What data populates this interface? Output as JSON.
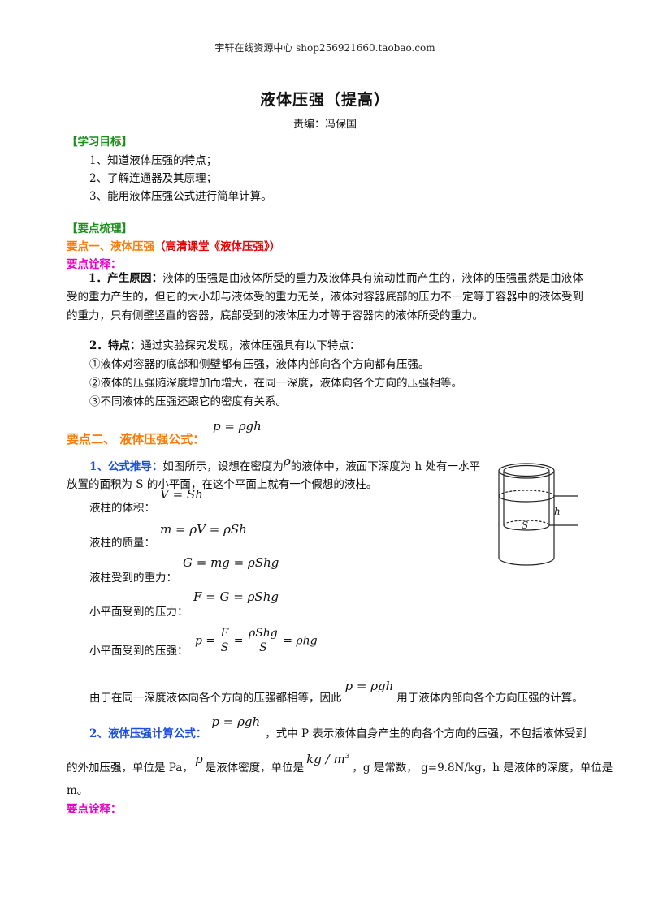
{
  "header": {
    "text": "宇轩在线资源中心   shop256921660.taobao.com"
  },
  "title": "液体压强（提高）",
  "editor": "责编：冯保国",
  "goals": {
    "heading": "【学习目标】",
    "items": [
      "1、知道液体压强的特点；",
      "2、了解连通器及其原理；",
      "3、能用液体压强公式进行简单计算。"
    ]
  },
  "points": {
    "heading": "【要点梳理】",
    "p1": {
      "title": "要点一、液体压强",
      "sub": "（高清课堂《液体压强》）"
    },
    "explain1": "要点诠释：",
    "cause": {
      "label": "1．产生原因：",
      "text": "液体的压强是由液体所受的重力及液体具有流动性而产生的，液体的压强虽然是由液体受的重力产生的，但它的大小却与液体受的重力无关，液体对容器底部的压力不一定等于容器中的液体受到的重力，只有侧壁竖直的容器，底部受到的液体压力才等于容器内的液体所受的重力。"
    },
    "features": {
      "label": "2．特点：",
      "intro": "通过实验探究发现，液体压强具有以下特点：",
      "items": [
        "①液体对容器的底部和侧壁都有压强，液体内部向各个方向都有压强。",
        "②液体的压强随深度增加而增大，在同一深度，液体向各个方向的压强相等。",
        "③不同液体的压强还跟它的密度有关系。"
      ]
    },
    "p2": {
      "title": "要点二、  液体压强公式：",
      "formula": "p = ρgh"
    },
    "derive": {
      "label": "1、公式推导：",
      "line1a": "如图所示，设想在密度为",
      "rho": "ρ",
      "line1b": "的液体中，液面下深度为 h 处有一水平",
      "line2": "放置的面积为 S 的小平面，在这个平面上就有一个假想的液柱。",
      "vol_label": "液柱的体积：",
      "vol_formula": "V = Sh",
      "mass_label": "液柱的质量：",
      "mass_formula": "m = ρV = ρSh",
      "grav_label": "液柱受到的重力：",
      "grav_formula": "G = mg = ρShg",
      "force_label": "小平面受到的压力：",
      "force_formula": "F = G = ρShg",
      "press_label": "小平面受到的压强：",
      "press_p": "p =",
      "press_num1": "F",
      "press_den1": "S",
      "press_eq": "=",
      "press_num2": "ρShg",
      "press_den2": "S",
      "press_tail": "= ρhg",
      "concl_a": "由于在同一深度液体向各个方向的压强都相等，因此",
      "concl_formula": "p = ρgh",
      "concl_b": "用于液体内部向各个方向压强的计算。"
    },
    "calc": {
      "label": "2、液体压强计算公式：",
      "formula": "p = ρgh",
      "text_a": "，式中 P 表示液体自身产生的向各个方向的压强，不包括液体受到",
      "line2a": "的外加压强，单位是 Pa，",
      "rho": "ρ",
      "line2b": "是液体密度，单位是",
      "unit": "kg / m",
      "unit_exp": "3",
      "line2c": "，g 是常数，  g=9.8N/kg，h 是液体的深度，单位是",
      "line3": "m。"
    },
    "explain2": "要点诠释："
  },
  "figure": {
    "label_h": "h",
    "label_s": "S"
  }
}
